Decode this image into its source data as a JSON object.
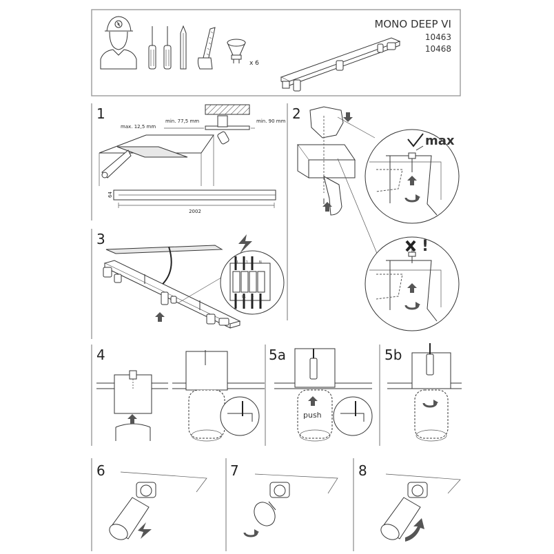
{
  "header": {
    "product_name": "MONO DEEP VI",
    "codes": [
      "10463",
      "10468"
    ],
    "quantity": "x 6"
  },
  "colors": {
    "frame": "#999999",
    "line": "#333333",
    "arrow": "#555555"
  },
  "tools_icons": [
    "electrician-icon",
    "phillips-screwdriver-icon",
    "flat-screwdriver-icon",
    "pencil-icon",
    "saw-icon",
    "gu10-bulb-icon"
  ],
  "steps": {
    "s1": {
      "number": "1",
      "dim_max": "max. 12,5 mm",
      "dim_min_depth": "min. 77,5 mm",
      "dim_min_width": "min. 90 mm",
      "height": "64",
      "length": "2002"
    },
    "s2": {
      "number": "2",
      "ok_label": "max"
    },
    "s3": {
      "number": "3",
      "terminal_top": [
        "L",
        "L1",
        "N"
      ],
      "terminal_bottom": [
        "L",
        "L1",
        "⏚",
        "N"
      ]
    },
    "s4": {
      "number": "4"
    },
    "s5a": {
      "number": "5a",
      "push_label": "push"
    },
    "s5b": {
      "number": "5b"
    },
    "s6": {
      "number": "6"
    },
    "s7": {
      "number": "7"
    },
    "s8": {
      "number": "8"
    }
  }
}
